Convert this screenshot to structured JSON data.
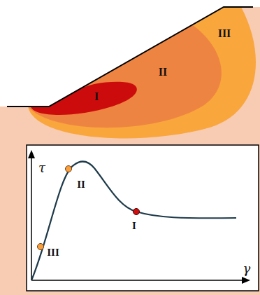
{
  "diagram": {
    "nodes": [
      {
        "text": [
          "III"
        ]
      },
      {
        "text": [
          "II"
        ],
        "in": 0
      },
      {
        "text": [
          "I"
        ],
        "in": 1
      }
    ],
    "labels": [
      "τ",
      "III",
      "II",
      "I",
      "γ"
    ]
  }
}
